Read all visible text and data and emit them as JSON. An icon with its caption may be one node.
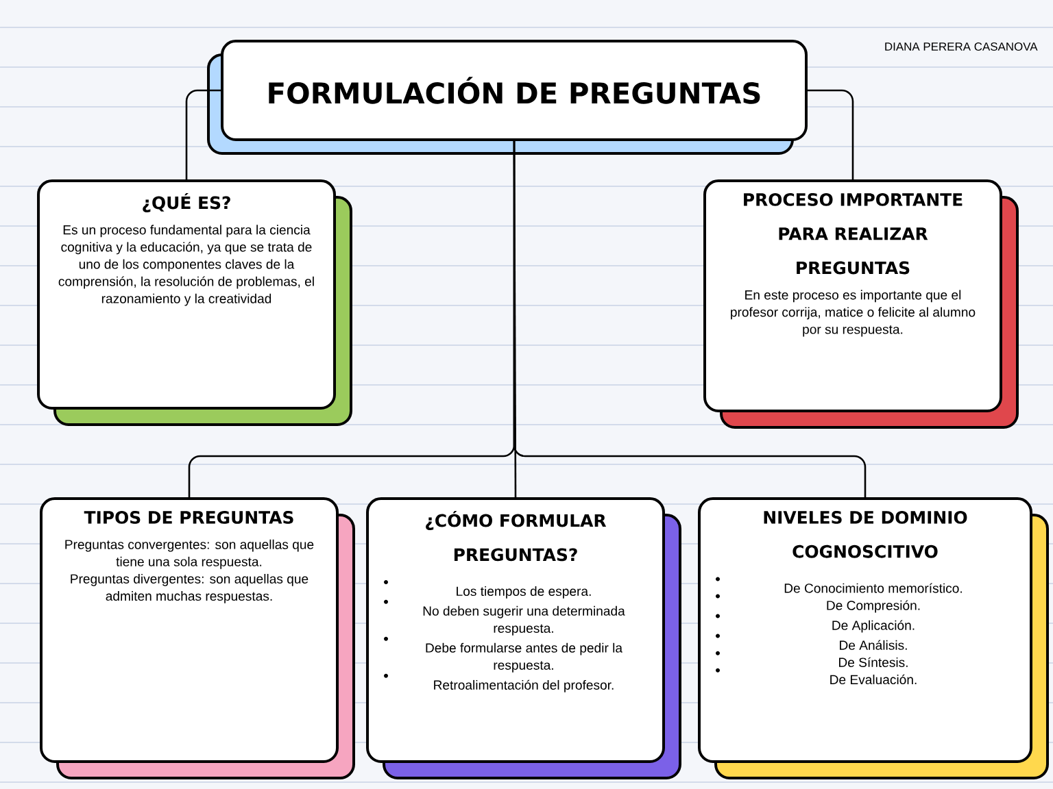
{
  "diagram": {
    "nodes": [
      {
        "text": [
          "FORMULACIÓN DE PREGUNTAS"
        ]
      },
      {
        "text": [
          "¿QUÉ ES?",
          "Es un proceso fundamental para la ciencia cognitiva y la educación, ya que se trata de uno de los componentes claves de la comprensión, la resolución de problemas, el razonamiento y la creatividad"
        ]
      },
      {
        "text": [
          "PROCESO IMPORTANTE PARA REALIZAR PREGUNTAS",
          "En este proceso es importante que el profesor corrija, matice o felicite al alumno por su respuesta."
        ]
      },
      {
        "text": [
          "TIPOS DE PREGUNTAS",
          "Preguntas convergentes: son aquellas que tiene una sola respuesta.",
          "Preguntas divergentes: son aquellas que admiten muchas respuestas."
        ]
      },
      {
        "text": [
          "¿CÓMO FORMULAR PREGUNTAS?",
          "Los tiempos de espera.",
          "No deben sugerir una determinada respuesta.",
          "Debe formularse antes de pedir la respuesta.",
          "Retroalimentación del profesor."
        ]
      },
      {
        "text": [
          "NIVELES DE DOMINIO COGNOSCITIVO",
          "De Conocimiento memorístico.",
          "De Compresión.",
          "De Aplicación.",
          "De Análisis.",
          "De Síntesis.",
          "De Evaluación."
        ]
      }
    ],
    "edges": [
      {
        "from": 0,
        "to": 1,
        "arrow": "none"
      },
      {
        "from": 0,
        "to": 2,
        "arrow": "none"
      },
      {
        "from": 0,
        "to": 3,
        "arrow": "none"
      },
      {
        "from": 0,
        "to": 4,
        "arrow": "none"
      },
      {
        "from": 0,
        "to": 5,
        "arrow": "none"
      }
    ],
    "labels": [
      "DIANA PERERA CASANOVA"
    ]
  }
}
